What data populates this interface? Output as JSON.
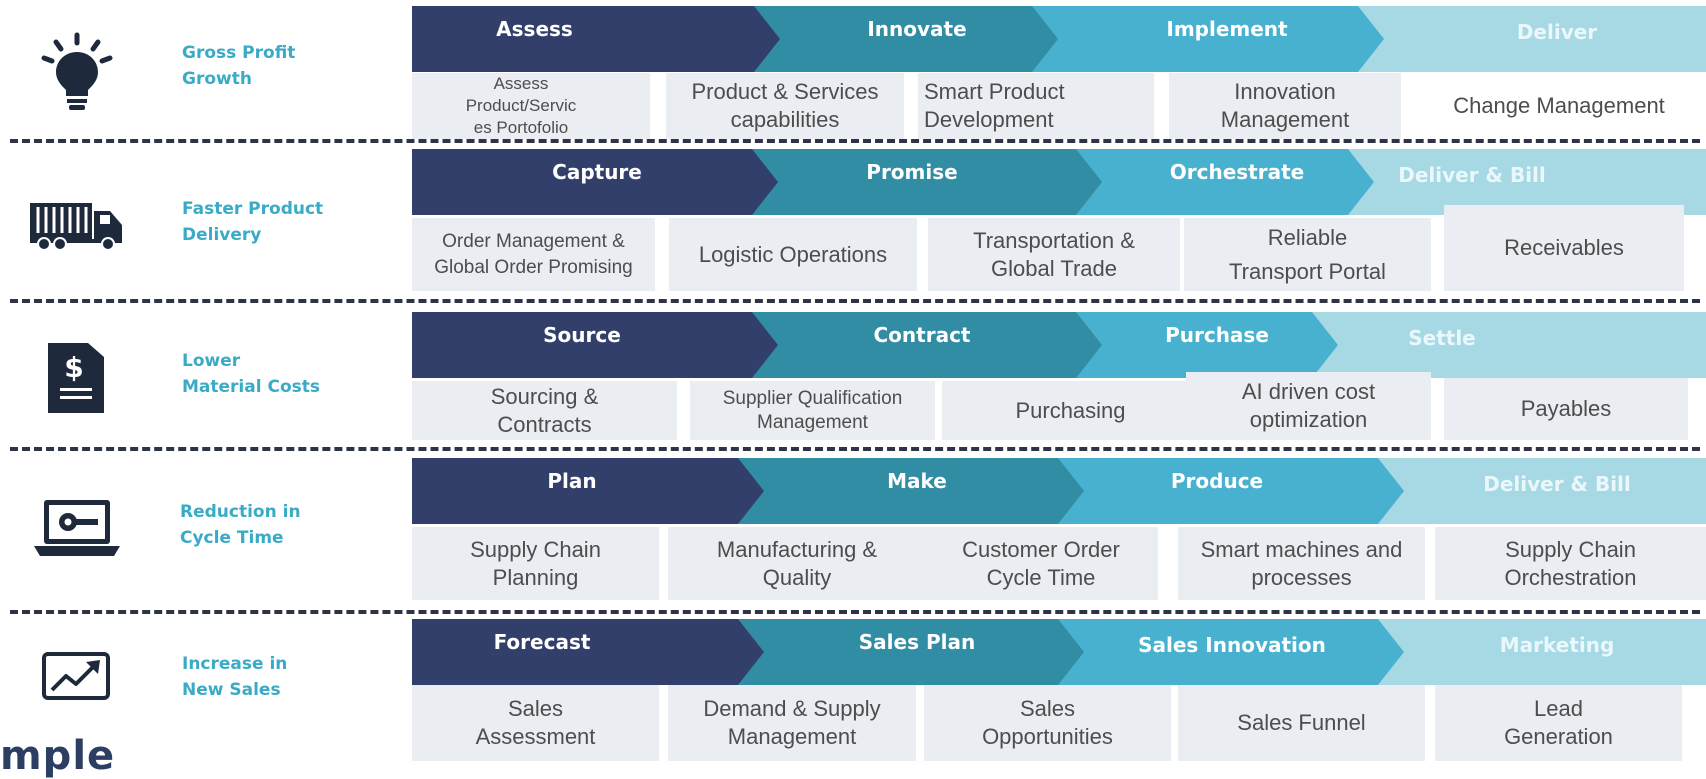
{
  "brand_partial": "mple",
  "colors": {
    "navy": "#323f6b",
    "teal_dark": "#318da3",
    "teal": "#47b1cf",
    "teal_light": "#a7d9e5",
    "outcome_text": "#3aabc6"
  },
  "rows": [
    {
      "icon": "lightbulb-icon",
      "outcome": [
        "Gross Profit",
        "Growth"
      ],
      "stages": [
        "Assess",
        "Innovate",
        "Implement",
        "Deliver"
      ],
      "cells": [
        "Assess Product/Servic es Portofolio",
        "Product & Services capabilities",
        "Smart Product Development",
        "Innovation Management",
        "Change Management"
      ]
    },
    {
      "icon": "truck-icon",
      "outcome": [
        "Faster Product",
        "Delivery"
      ],
      "stages": [
        "Capture",
        "Promise",
        "Orchestrate",
        "Deliver & Bill"
      ],
      "cells": [
        "Order Management & Global Order Promising",
        "Logistic Operations",
        "Transportation & Global Trade",
        "Reliable Transport Portal",
        "Receivables"
      ]
    },
    {
      "icon": "invoice-dollar-icon",
      "outcome": [
        "Lower",
        "Material Costs"
      ],
      "stages": [
        "Source",
        "Contract",
        "Purchase",
        "Settle"
      ],
      "cells": [
        "Sourcing & Contracts",
        "Supplier Qualification Management",
        "Purchasing",
        "AI driven cost optimization",
        "Payables"
      ]
    },
    {
      "icon": "laptop-wrench-icon",
      "outcome": [
        "Reduction in",
        "Cycle Time"
      ],
      "stages": [
        "Plan",
        "Make",
        "Produce",
        "Deliver & Bill"
      ],
      "cells": [
        "Supply Chain Planning",
        "Manufacturing & Quality",
        "Customer Order Cycle Time",
        "Smart machines and processes",
        "Supply Chain Orchestration"
      ]
    },
    {
      "icon": "trend-up-tablet-icon",
      "outcome": [
        "Increase in",
        "New Sales"
      ],
      "stages": [
        "Forecast",
        "Sales Plan",
        "Sales Innovation",
        "Marketing"
      ],
      "cells": [
        "Sales Assessment",
        "Demand & Supply Management",
        "Sales Opportunities",
        "Sales Funnel",
        "Lead Generation"
      ]
    }
  ]
}
